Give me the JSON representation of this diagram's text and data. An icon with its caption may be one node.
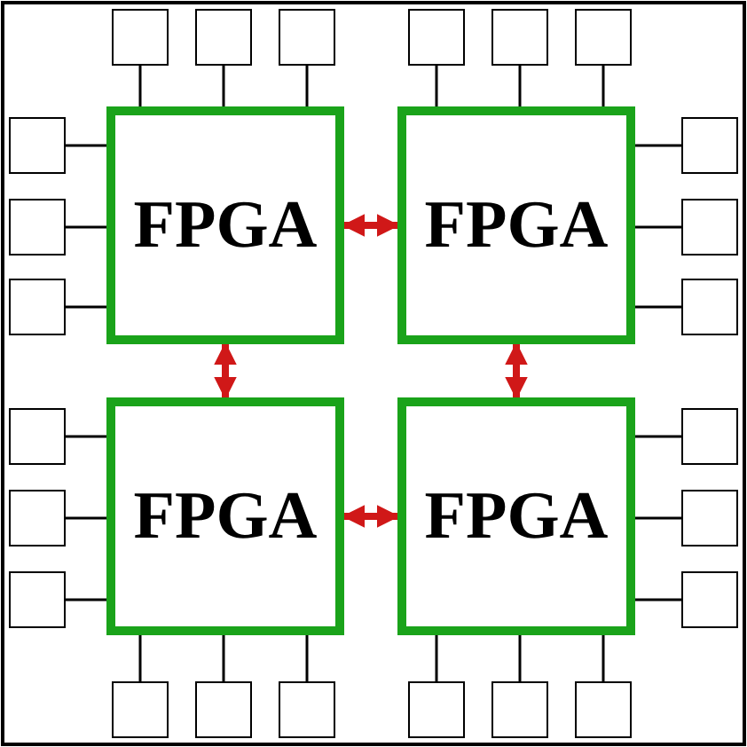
{
  "diagram": {
    "nodes": [
      {
        "text": [],
        "shape": "box"
      },
      {
        "text": [],
        "shape": "box"
      },
      {
        "text": [],
        "shape": "box"
      },
      {
        "text": [],
        "shape": "box"
      },
      {
        "text": [],
        "shape": "box"
      },
      {
        "text": [],
        "shape": "box"
      },
      {
        "text": [],
        "shape": "box"
      },
      {
        "text": [],
        "shape": "box"
      },
      {
        "text": [],
        "shape": "box"
      },
      {
        "text": [
          "FPGA"
        ]
      },
      {
        "text": [
          "FPGA"
        ]
      },
      {
        "text": [],
        "shape": "box"
      },
      {
        "text": [],
        "shape": "box"
      },
      {
        "text": [],
        "shape": "box"
      },
      {
        "text": [],
        "shape": "box"
      },
      {
        "text": [],
        "shape": "box"
      },
      {
        "text": [],
        "shape": "box"
      },
      {
        "text": [
          "FPGA"
        ]
      },
      {
        "text": [
          "FPGA"
        ]
      },
      {
        "text": [],
        "shape": "box"
      },
      {
        "text": [],
        "shape": "box"
      },
      {
        "text": [],
        "shape": "box"
      },
      {
        "text": [],
        "shape": "box"
      },
      {
        "text": [],
        "shape": "box"
      },
      {
        "text": [],
        "shape": "box"
      },
      {
        "text": [],
        "shape": "box"
      },
      {
        "text": [],
        "shape": "box"
      },
      {
        "text": [],
        "shape": "box"
      }
    ],
    "edges": [
      {
        "from": 9,
        "to": 10,
        "arrow": "both",
        "color": "#d01818",
        "style": "thick"
      },
      {
        "from": 9,
        "to": 17,
        "arrow": "both",
        "color": "#d01818",
        "style": "thick"
      },
      {
        "from": 10,
        "to": 18,
        "arrow": "both",
        "color": "#d01818",
        "style": "thick"
      },
      {
        "from": 17,
        "to": 18,
        "arrow": "both",
        "color": "#d01818",
        "style": "thick"
      },
      {
        "from": 0,
        "to": 9,
        "arrow": "none"
      },
      {
        "from": 1,
        "to": 9,
        "arrow": "none"
      },
      {
        "from": 2,
        "to": 9,
        "arrow": "none"
      },
      {
        "from": 3,
        "to": 10,
        "arrow": "none"
      },
      {
        "from": 4,
        "to": 10,
        "arrow": "none"
      },
      {
        "from": 5,
        "to": 10,
        "arrow": "none"
      },
      {
        "from": 6,
        "to": 9,
        "arrow": "none"
      },
      {
        "from": 7,
        "to": 9,
        "arrow": "none"
      },
      {
        "from": 8,
        "to": 9,
        "arrow": "none"
      },
      {
        "from": 11,
        "to": 10,
        "arrow": "none"
      },
      {
        "from": 12,
        "to": 10,
        "arrow": "none"
      },
      {
        "from": 13,
        "to": 10,
        "arrow": "none"
      },
      {
        "from": 14,
        "to": 17,
        "arrow": "none"
      },
      {
        "from": 15,
        "to": 17,
        "arrow": "none"
      },
      {
        "from": 16,
        "to": 17,
        "arrow": "none"
      },
      {
        "from": 19,
        "to": 18,
        "arrow": "none"
      },
      {
        "from": 20,
        "to": 18,
        "arrow": "none"
      },
      {
        "from": 21,
        "to": 18,
        "arrow": "none"
      },
      {
        "from": 22,
        "to": 17,
        "arrow": "none"
      },
      {
        "from": 23,
        "to": 17,
        "arrow": "none"
      },
      {
        "from": 24,
        "to": 17,
        "arrow": "none"
      },
      {
        "from": 25,
        "to": 18,
        "arrow": "none"
      },
      {
        "from": 26,
        "to": 18,
        "arrow": "none"
      },
      {
        "from": 27,
        "to": 18,
        "arrow": "none"
      }
    ]
  }
}
